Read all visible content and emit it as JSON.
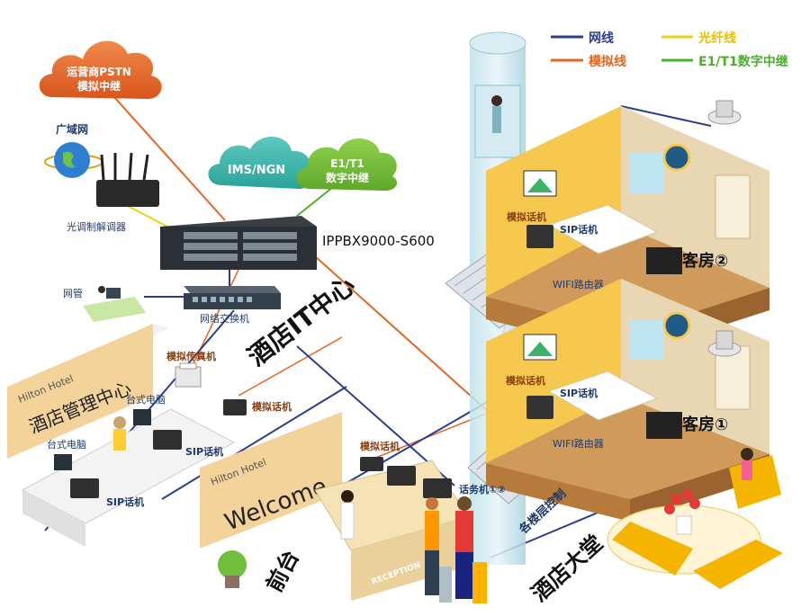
{
  "legend": {
    "items": [
      {
        "label": "网线",
        "color": "#2b3d8f"
      },
      {
        "label": "光纤线",
        "color": "#f2d01a"
      },
      {
        "label": "模拟线",
        "color": "#e2661f"
      },
      {
        "label": "E1/T1数字中继",
        "color": "#4caf2a"
      }
    ]
  },
  "clouds": {
    "pstn_line1": "运营商PSTN",
    "pstn_line2": "模拟中继",
    "ims": "IMS/NGN",
    "e1_line1": "E1/T1",
    "e1_line2": "数字中继"
  },
  "devices": {
    "wan": "广域网",
    "modem": "光调制解调器",
    "pbx_model": "IPPBX9000-S600",
    "netadmin": "网管",
    "switch": "网络交换机",
    "it_center": "酒店IT中心"
  },
  "mgmt": {
    "brand": "Hilton Hotel",
    "title": "酒店管理中心",
    "fax": "模拟传真机",
    "pc1": "台式电脑",
    "pc2": "台式电脑",
    "analog_phone": "模拟话机",
    "sip1": "SIP话机",
    "sip2": "SIP话机"
  },
  "frontdesk": {
    "brand": "Hilton Hotel",
    "welcome": "Welcome",
    "title": "前台",
    "analog_phone": "模拟话机",
    "operator": "话务机①②",
    "reception": "RECEPTION"
  },
  "rooms": {
    "room2": {
      "name": "客房②",
      "analog": "模拟话机",
      "sip": "SIP话机",
      "wifi": "WIFI路由器"
    },
    "room1": {
      "name": "客房①",
      "analog": "模拟话机",
      "sip": "SIP话机",
      "wifi": "WIFI路由器"
    }
  },
  "misc": {
    "floor_control": "各楼层控制",
    "lobby": "酒店大堂"
  }
}
